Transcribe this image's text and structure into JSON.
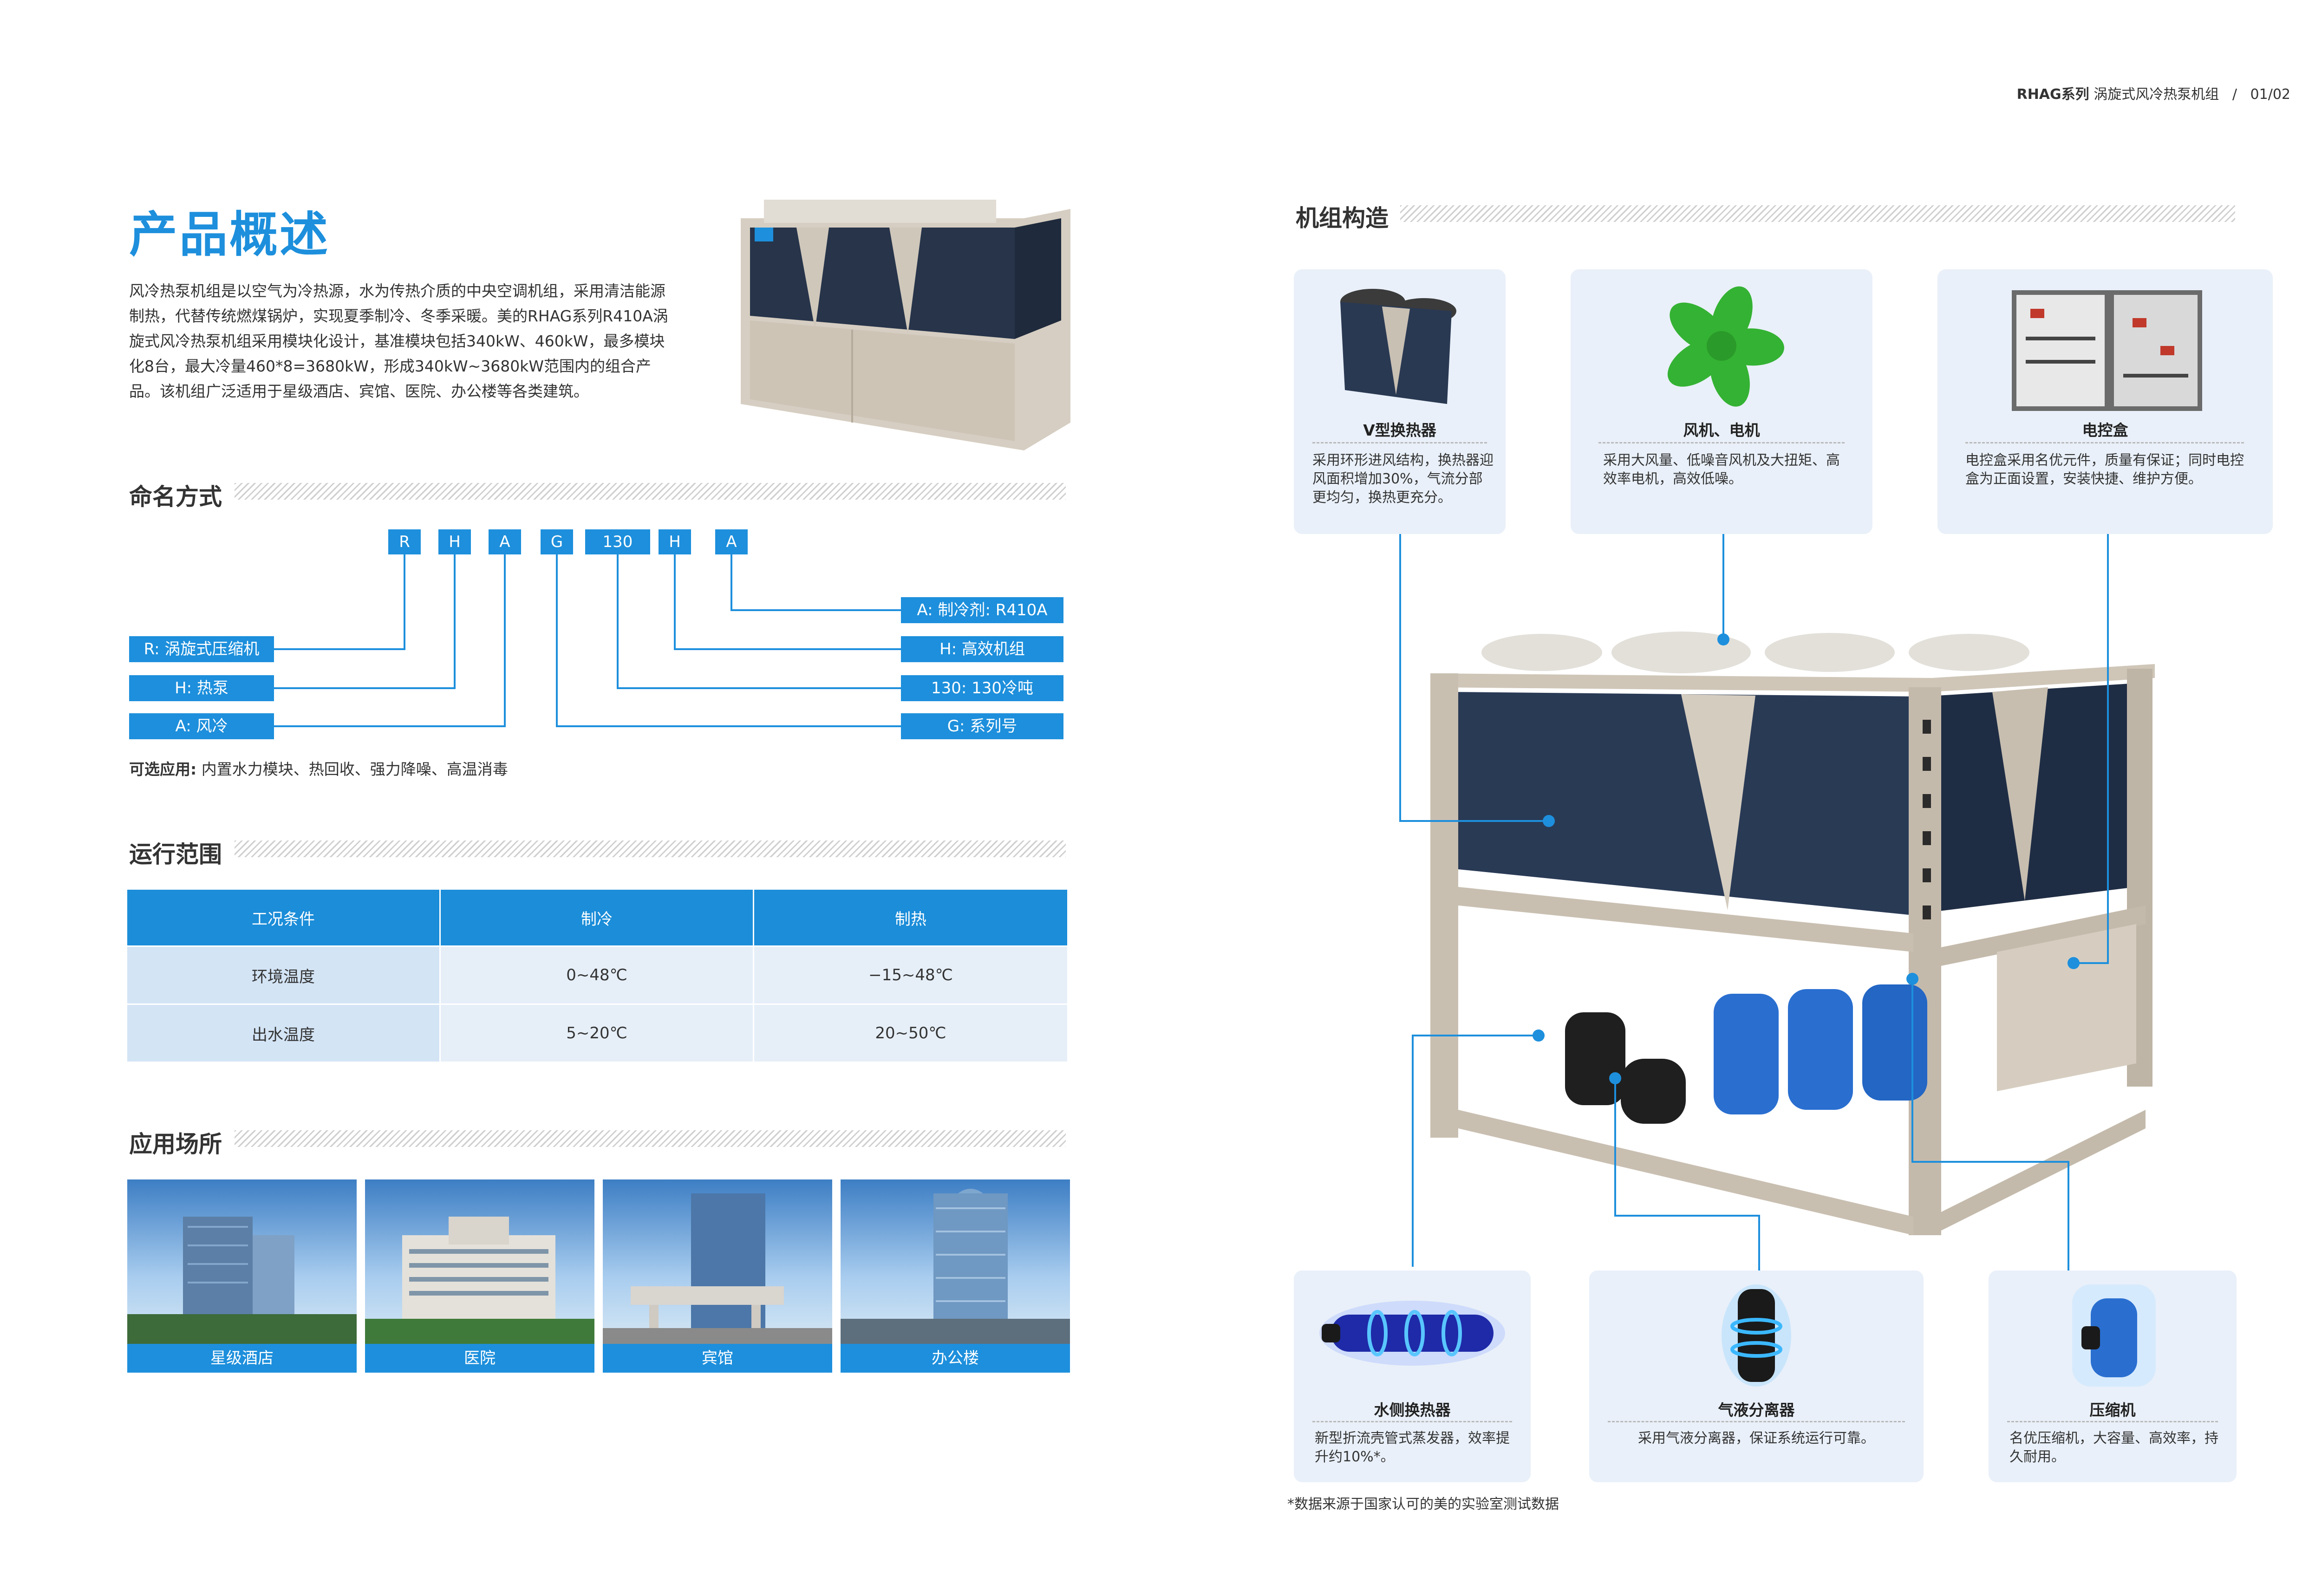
{
  "header": {
    "series": "RHAG系列",
    "subtitle": "涡旋式风冷热泵机组",
    "separator": "/",
    "page": "01/02"
  },
  "overview": {
    "title": "产品概述",
    "text": "风冷热泵机组是以空气为冷热源，水为传热介质的中央空调机组，采用清洁能源制热，代替传统燃煤锅炉，实现夏季制冷、冬季采暖。美的RHAG系列R410A涡旋式风冷热泵机组采用模块化设计，基准模块包括340kW、460kW，最多模块化8台，最大冷量460*8=3680kW，形成340kW~3680kW范围内的组合产品。该机组广泛适用于星级酒店、宾馆、医院、办公楼等各类建筑。"
  },
  "naming": {
    "title": "命名方式",
    "codes": [
      "R",
      "H",
      "A",
      "G",
      "130",
      "H",
      "A"
    ],
    "left_labels": [
      "R: 涡旋式压缩机",
      "H: 热泵",
      "A: 风冷"
    ],
    "right_labels": [
      "A: 制冷剂: R410A",
      "H: 高效机组",
      "130: 130冷吨",
      "G: 系列号"
    ],
    "optional_label": "可选应用:",
    "optional_text": "内置水力模块、热回收、强力降噪、高温消毒"
  },
  "range": {
    "title": "运行范围",
    "headers": [
      "工况条件",
      "制冷",
      "制热"
    ],
    "rows": [
      [
        "环境温度",
        "0~48℃",
        "−15~48℃"
      ],
      [
        "出水温度",
        "5~20℃",
        "20~50℃"
      ]
    ]
  },
  "applications": {
    "title": "应用场所",
    "items": [
      "星级酒店",
      "医院",
      "宾馆",
      "办公楼"
    ]
  },
  "structure": {
    "title": "机组构造",
    "top_cards": [
      {
        "title": "V型换热器",
        "desc": "采用环形进风结构，换热器迎风面积增加30%，气流分部更均匀，换热更充分。"
      },
      {
        "title": "风机、电机",
        "desc": "采用大风量、低噪音风机及大扭矩、高效率电机，高效低噪。"
      },
      {
        "title": "电控盒",
        "desc": "电控盒采用名优元件，质量有保证；同时电控盒为正面设置，安装快捷、维护方便。"
      }
    ],
    "bottom_cards": [
      {
        "title": "水侧换热器",
        "desc": "新型折流壳管式蒸发器，效率提升约10%*。"
      },
      {
        "title": "气液分离器",
        "desc": "采用气液分离器，保证系统运行可靠。"
      },
      {
        "title": "压缩机",
        "desc": "名优压缩机，大容量、高效率，持久耐用。"
      }
    ],
    "footnote": "*数据来源于国家认可的美的实验室测试数据"
  },
  "colors": {
    "accent": "#1d8fdc",
    "card_bg": "#e9f0f9",
    "frame": "#c9bfb1",
    "coil": "#2c3b52",
    "compressor": "#2a6fd0"
  }
}
